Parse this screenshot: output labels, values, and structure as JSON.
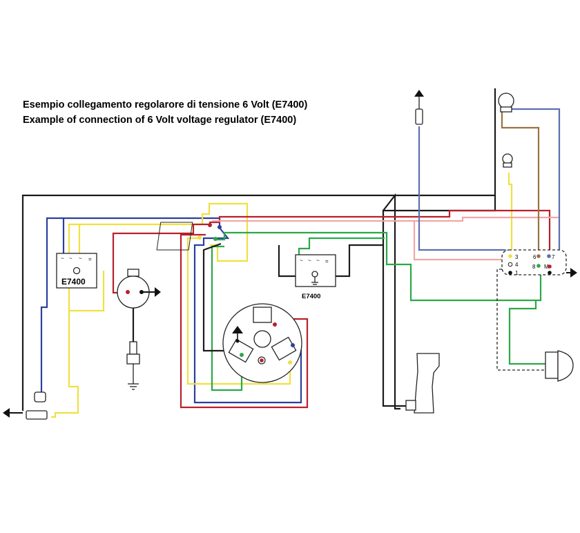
{
  "title_it": "Esempio collegamento regolarore di tensione 6 Volt (E7400)",
  "title_en": "Example of connection of 6 Volt voltage regulator (E7400)",
  "regulator_left_label": "E7400",
  "regulator_center_label": "E7400",
  "switch_terminals": [
    "3",
    "4",
    "1",
    "6",
    "7",
    "8",
    "M"
  ],
  "colors": {
    "black": "#1a1a1a",
    "blue": "#2a3f9e",
    "yellow": "#f0e040",
    "red": "#b8202a",
    "pink": "#f2a6a6",
    "green": "#2aa848",
    "grey_blue": "#5a6fae",
    "brown": "#9b7240"
  }
}
